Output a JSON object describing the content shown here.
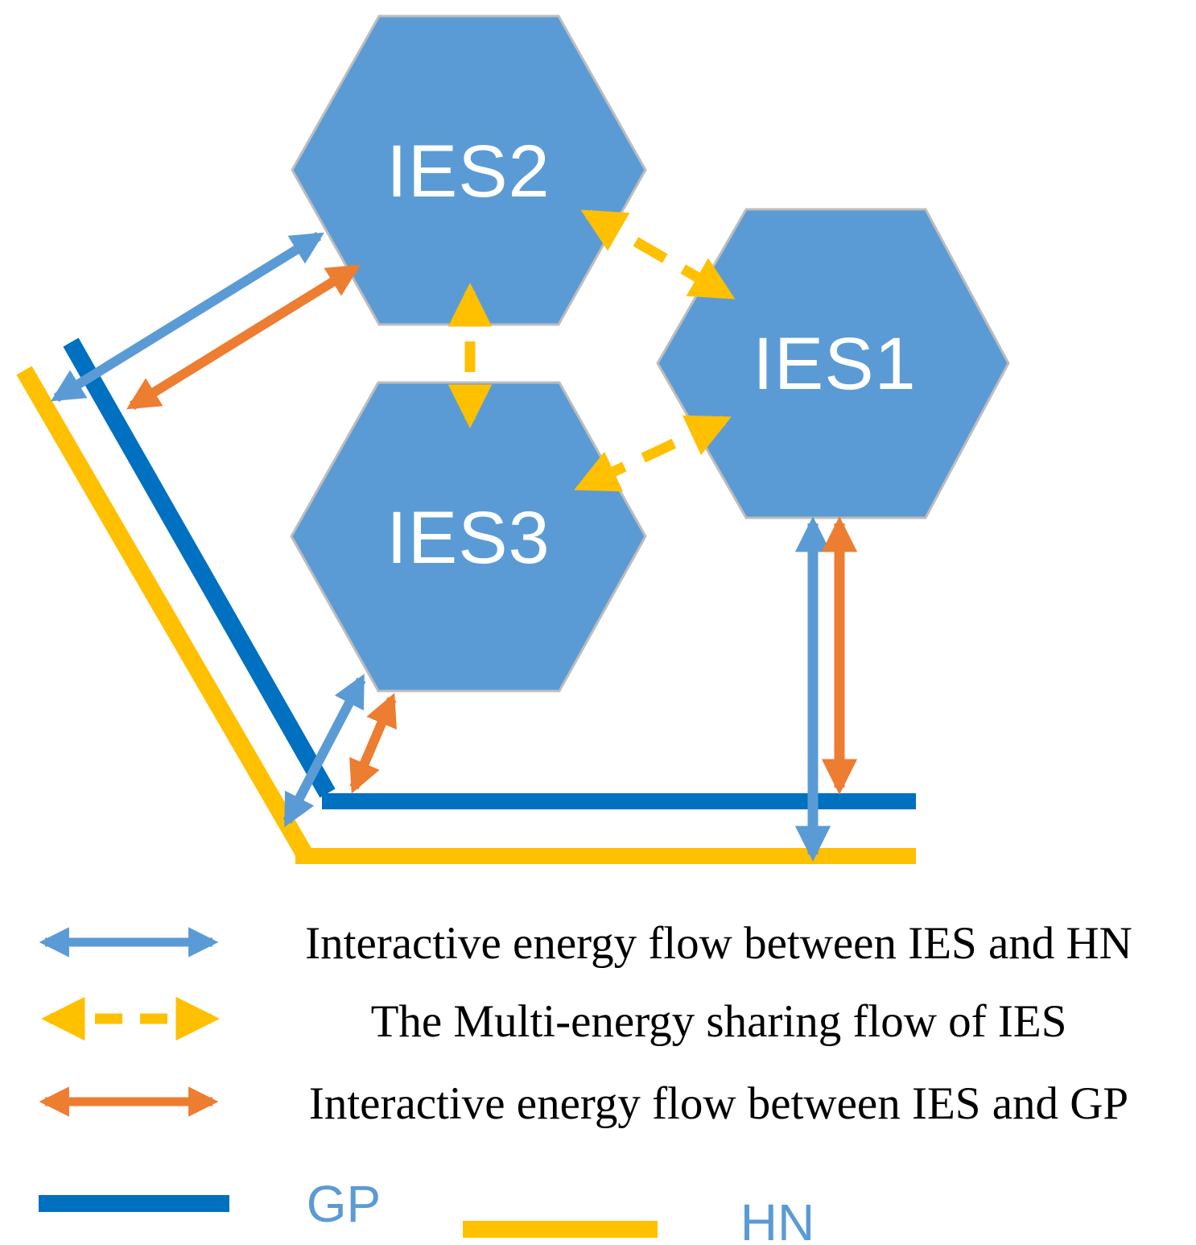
{
  "nodes": {
    "ies1": "IES1",
    "ies2": "IES2",
    "ies3": "IES3"
  },
  "networks": {
    "gp_label": "GP",
    "hn_label": "HN"
  },
  "legend": {
    "rows": [
      {
        "icon": "lightblue-double-arrow-icon",
        "label": "Interactive energy flow between IES and HN"
      },
      {
        "icon": "yellow-dashed-double-arrow-icon",
        "label": "The Multi-energy sharing flow of IES"
      },
      {
        "icon": "orange-double-arrow-icon",
        "label": "Interactive energy flow between IES and GP"
      }
    ]
  },
  "colors": {
    "hexagon_fill": "#5B9BD5",
    "hexagon_border": "#BDBDBD",
    "ies_label_text": "#FFFFFF",
    "hn_arrow_blue": "#5B9BD5",
    "gp_arrow_orange": "#ED7D31",
    "share_arrow_yellow": "#FFC000",
    "gp_line_blue": "#0070C0",
    "hn_line_yellow": "#FFC000",
    "network_label_blue": "#5B9BD5",
    "legend_text_black": "#000000"
  }
}
